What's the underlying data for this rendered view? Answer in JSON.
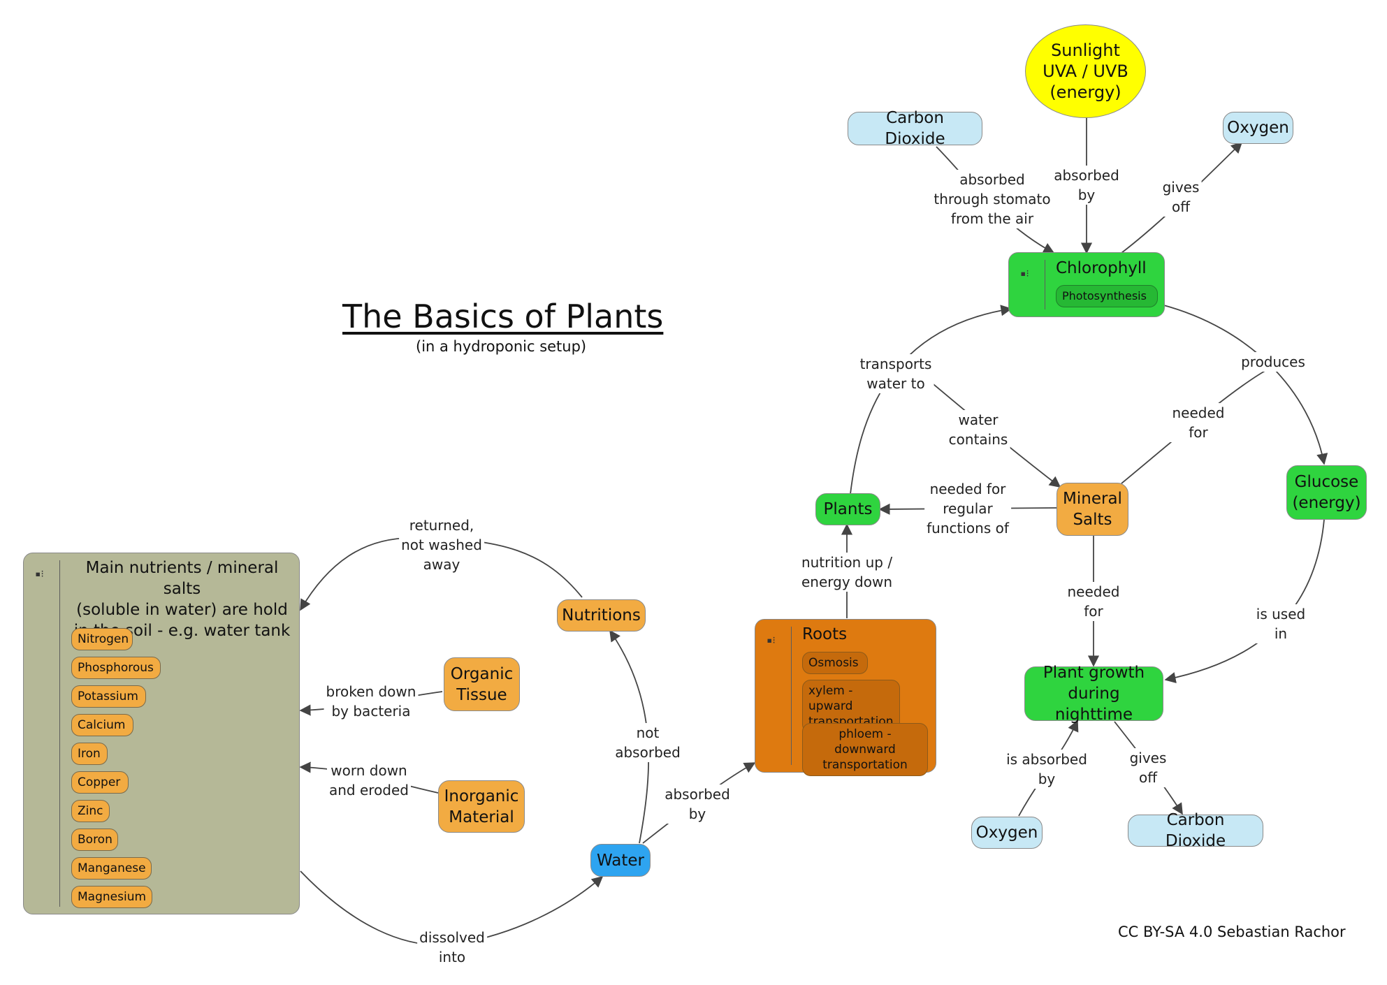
{
  "title": "The Basics of Plants",
  "subtitle": "(in a hydroponic setup)",
  "credit": "CC BY-SA 4.0 Sebastian Rachor",
  "colors": {
    "light_blue": "#c7e8f5",
    "green": "#2fd43f",
    "orange": "#f2ab42",
    "dark_orange": "#de7a10",
    "yellow": "#ffff00",
    "water_blue": "#2ea4f0",
    "olive": "#b5b897"
  },
  "icons": {
    "cluster_toggle": "list-toggle-icon"
  },
  "nodes": {
    "sunlight": "Sunlight\nUVA / UVB\n(energy)",
    "co2_top": "Carbon Dioxide",
    "oxygen_top": "Oxygen",
    "plants": "Plants",
    "mineral_salts": "Mineral\nSalts",
    "glucose": "Glucose\n(energy)",
    "plant_growth": "Plant growth\nduring nighttime",
    "oxygen_bottom": "Oxygen",
    "co2_bottom": "Carbon Dioxide",
    "nutritions": "Nutritions",
    "organic_tissue": "Organic\nTissue",
    "inorganic_material": "Inorganic\nMaterial",
    "water": "Water"
  },
  "clusters": {
    "chlorophyll": {
      "title": "Chlorophyll",
      "items": [
        "Photosynthesis"
      ]
    },
    "roots": {
      "title": "Roots",
      "items": [
        "Osmosis",
        "xylem - upward\ntransportation",
        "phloem - downward\ntransportation"
      ]
    },
    "main": {
      "title": "Main nutrients / mineral salts\n(soluble in water) are hold\nin the soil - e.g. water tank",
      "items": [
        "Nitrogen",
        "Phosphorous",
        "Potassium",
        "Calcium",
        "Iron",
        "Copper",
        "Zinc",
        "Boron",
        "Manganese",
        "Magnesium"
      ]
    }
  },
  "labels": {
    "absorbed_stomato": "absorbed\nthrough stomato\nfrom the air",
    "absorbed_by_top": "absorbed\nby",
    "gives_off_top": "gives\noff",
    "transports_water": "transports\nwater to",
    "water_contains": "water\ncontains",
    "needed_for_top": "needed\nfor",
    "produces": "produces",
    "needed_for_regular": "needed for\nregular\nfunctions of",
    "nutrition_up": "nutrition up /\nenergy down",
    "needed_for_bottom": "needed\nfor",
    "is_used_in": "is used\nin",
    "is_absorbed_by": "is absorbed\nby",
    "gives_off_bottom": "gives\noff",
    "returned": "returned,\nnot washed\naway",
    "broken_down": "broken down\nby bacteria",
    "worn_down": "worn down\nand eroded",
    "not_absorbed": "not\nabsorbed",
    "absorbed_by_roots": "absorbed\nby",
    "dissolved_into": "dissolved\ninto"
  }
}
